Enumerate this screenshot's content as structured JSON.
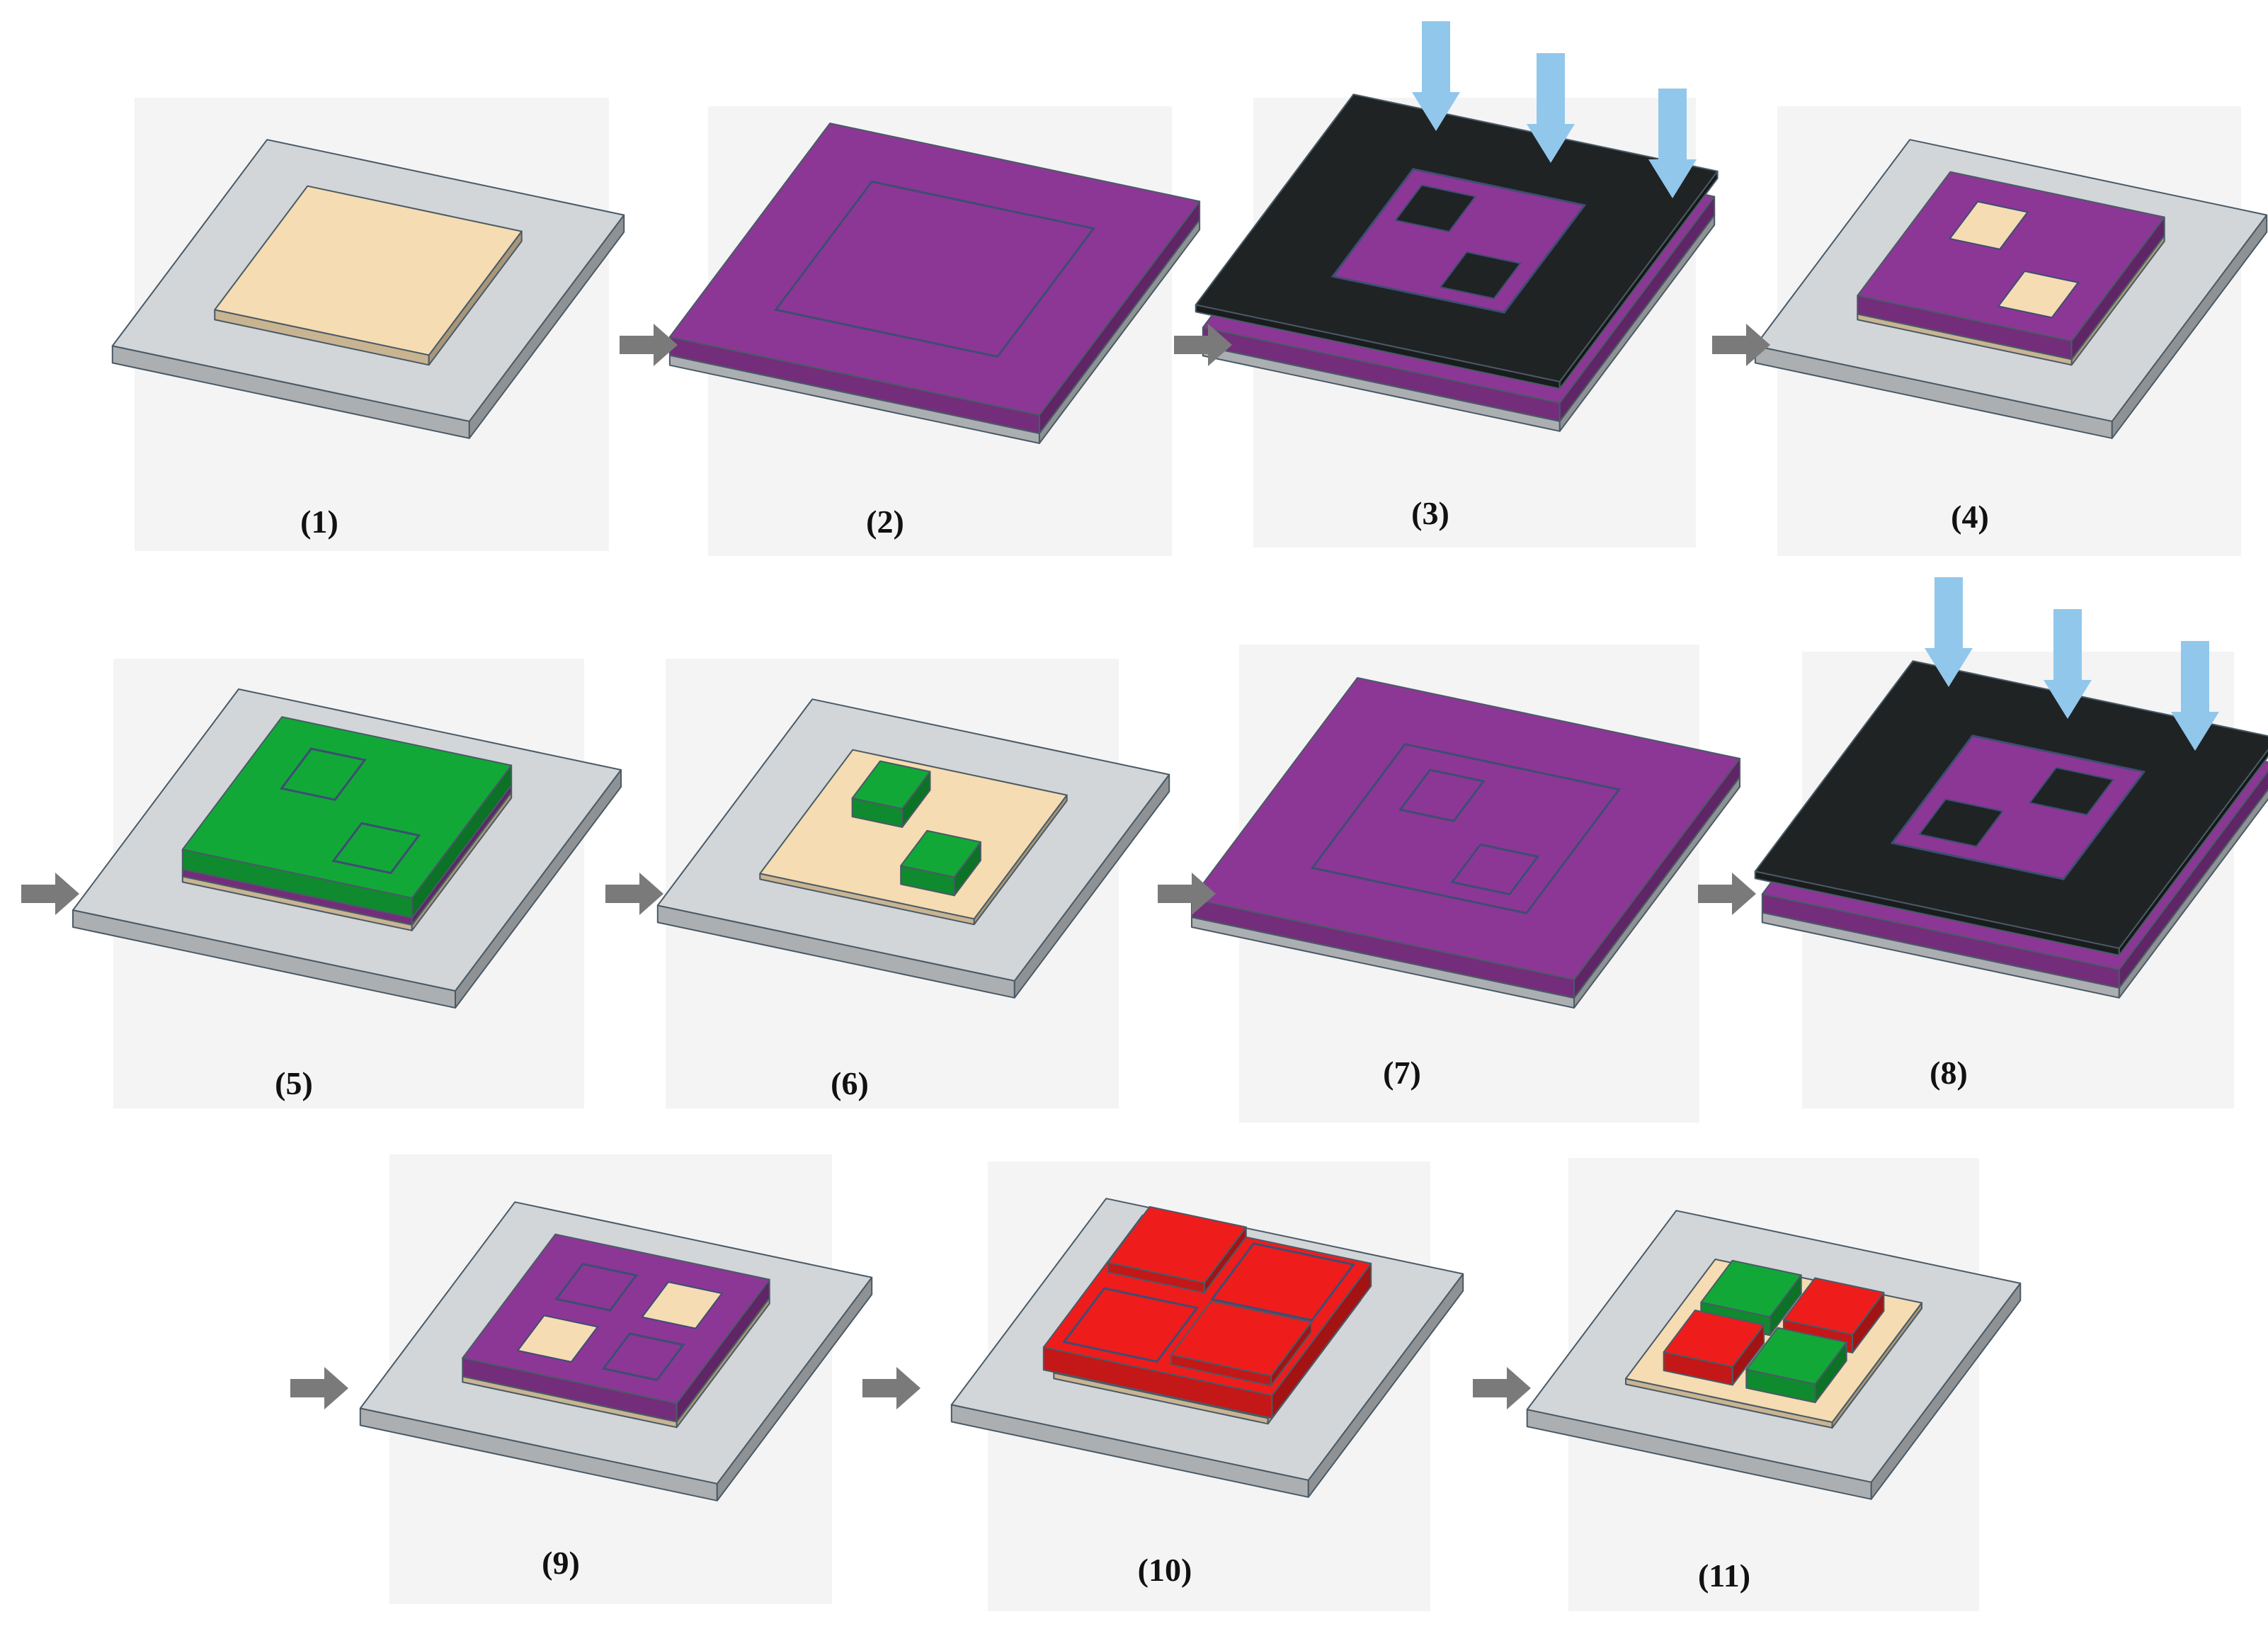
{
  "colors": {
    "panel_background": "#f4f4f5",
    "substrate_top": "#d2d6d9",
    "substrate_side": "#bcc1c5",
    "sacrificial_layer": "#f5dcb2",
    "photoresist": "#8c3796",
    "mask": "#1f2324",
    "green_material": "#12a838",
    "red_material": "#ef1c1c",
    "exposure_arrow": "#92c7ec",
    "process_arrow": "#7a7a7a",
    "edge": "#4a5a66"
  },
  "icons": {
    "exposure": "light-blue-down-arrow-icon",
    "process": "gray-right-arrow-icon"
  },
  "steps": [
    {
      "label": "(1)"
    },
    {
      "label": "(2)"
    },
    {
      "label": "(3)"
    },
    {
      "label": "(4)"
    },
    {
      "label": "(5)"
    },
    {
      "label": "(6)"
    },
    {
      "label": "(7)"
    },
    {
      "label": "(8)"
    },
    {
      "label": "(9)"
    },
    {
      "label": "(10)"
    },
    {
      "label": "(11)"
    }
  ]
}
